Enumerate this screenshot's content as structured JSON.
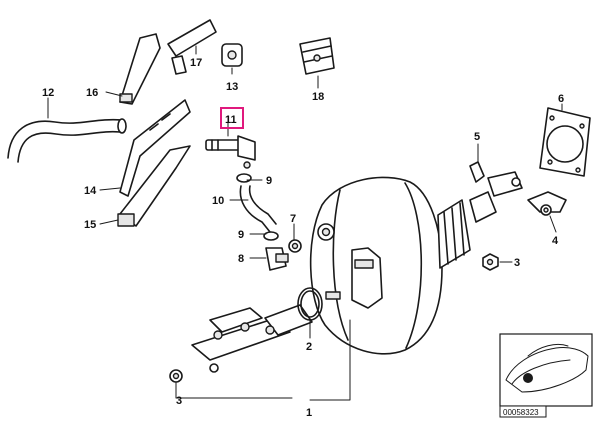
{
  "callouts": [
    {
      "id": "1",
      "text": "1"
    },
    {
      "id": "2",
      "text": "2"
    },
    {
      "id": "3a",
      "text": "3"
    },
    {
      "id": "3b",
      "text": "3"
    },
    {
      "id": "4",
      "text": "4"
    },
    {
      "id": "5",
      "text": "5"
    },
    {
      "id": "6",
      "text": "6"
    },
    {
      "id": "7",
      "text": "7"
    },
    {
      "id": "8",
      "text": "8"
    },
    {
      "id": "9a",
      "text": "9"
    },
    {
      "id": "9b",
      "text": "9"
    },
    {
      "id": "10",
      "text": "10"
    },
    {
      "id": "11",
      "text": "11"
    },
    {
      "id": "12",
      "text": "12"
    },
    {
      "id": "13",
      "text": "13"
    },
    {
      "id": "14",
      "text": "14"
    },
    {
      "id": "15",
      "text": "15"
    },
    {
      "id": "16",
      "text": "16"
    },
    {
      "id": "17",
      "text": "17"
    },
    {
      "id": "18",
      "text": "18"
    }
  ],
  "highlight": {
    "callout": "11",
    "color": "#e0197d"
  },
  "inset": {
    "code": "00058323"
  }
}
